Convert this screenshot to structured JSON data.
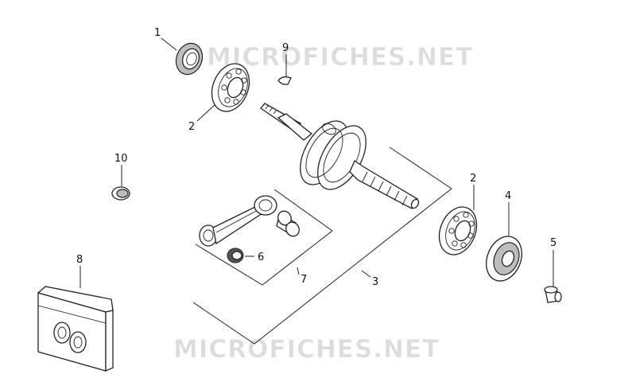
{
  "diagram": {
    "watermark": "MICROFICHES.NET",
    "callouts": {
      "oil_seal_left": "1",
      "bearing_left": "2",
      "bearing_right": "2",
      "crankshaft_assembly": "3",
      "bearing_seal_right": "4",
      "bush": "5",
      "needle_bearing": "6",
      "connecting_rod_kit": "7",
      "bearing_kit_bag": "8",
      "woodruff_key": "9",
      "plug": "10"
    }
  }
}
